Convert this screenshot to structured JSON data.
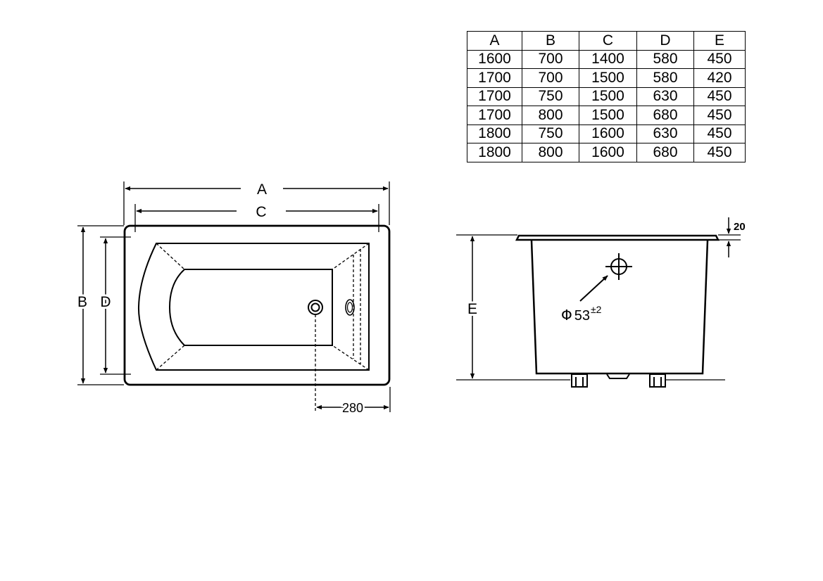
{
  "table": {
    "headers": [
      "A",
      "B",
      "C",
      "D",
      "E"
    ],
    "rows": [
      [
        "1600",
        "700",
        "1400",
        "580",
        "450"
      ],
      [
        "1700",
        "700",
        "1500",
        "580",
        "420"
      ],
      [
        "1700",
        "750",
        "1500",
        "630",
        "450"
      ],
      [
        "1700",
        "800",
        "1500",
        "680",
        "450"
      ],
      [
        "1800",
        "750",
        "1600",
        "630",
        "450"
      ],
      [
        "1800",
        "800",
        "1600",
        "680",
        "450"
      ]
    ]
  },
  "top_view": {
    "label_a": "A",
    "label_c": "C",
    "label_b": "B",
    "label_d": "D",
    "drain_offset": "280"
  },
  "side_view": {
    "label_e": "E",
    "rim_thickness": "20",
    "hole_symbol": "Φ",
    "hole_size": "53",
    "hole_tolerance": "±2"
  }
}
